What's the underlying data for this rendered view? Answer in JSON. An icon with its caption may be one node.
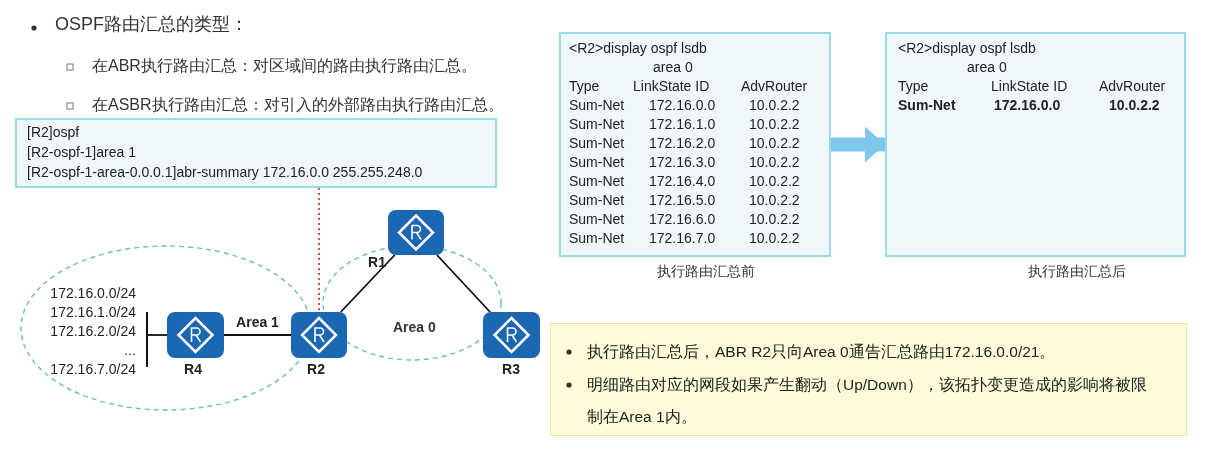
{
  "diagram": {
    "nodes": [
      {
        "text": [
          "[R2]ospf",
          "[R2-ospf-1]area  1",
          "[R2-ospf-1-area-0.0.0.1]abr-summary  172.16.0.0 255.255.248.0"
        ]
      },
      {
        "text": [
          "<R2>display  ospf lsdb",
          "area 0",
          "Type",
          "LinkState ID",
          "AdvRouter",
          "Sum-Net",
          "172.16.0.0",
          "10.0.2.2",
          "Sum-Net",
          "172.16.1.0",
          "10.0.2.2",
          "Sum-Net",
          "172.16.2.0",
          "10.0.2.2",
          "Sum-Net",
          "172.16.3.0",
          "10.0.2.2",
          "Sum-Net",
          "172.16.4.0",
          "10.0.2.2",
          "Sum-Net",
          "172.16.5.0",
          "10.0.2.2",
          "Sum-Net",
          "172.16.6.0",
          "10.0.2.2",
          "Sum-Net",
          "172.16.7.0",
          "10.0.2.2"
        ]
      },
      {
        "text": [
          "<R2>display  ospf lsdb",
          "area 0",
          "Type",
          "LinkState ID",
          "AdvRouter",
          "Sum-Net",
          "172.16.0.0",
          "10.0.2.2"
        ]
      },
      {
        "text": [
          "172.16.0.0/24",
          "172.16.1.0/24",
          "172.16.2.0/24",
          "...",
          "172.16.7.0/24"
        ]
      },
      {
        "text": [
          "R4"
        ]
      },
      {
        "text": [
          "R2"
        ]
      },
      {
        "text": [
          "R1"
        ]
      },
      {
        "text": [
          "R3"
        ]
      },
      {
        "text": [
          "执行路由汇总后，ABR R2只向Area 0通告汇总路由172.16.0.0/21。",
          "明细路由对应的网段如果产生翻动（Up/Down），该拓扑变更造成的影响将被限制在Area 1内。"
        ]
      }
    ],
    "edges": [
      {
        "from": 3,
        "to": 4,
        "arrow": "none"
      },
      {
        "from": 4,
        "to": 5,
        "arrow": "none",
        "label": "Area 1"
      },
      {
        "from": 5,
        "to": 6,
        "arrow": "none"
      },
      {
        "from": 6,
        "to": 7,
        "arrow": "none"
      },
      {
        "from": 0,
        "to": 5,
        "arrow": "none",
        "style": "dashed",
        "color": "#e8504a"
      },
      {
        "from": 1,
        "to": 2,
        "arrow": "to",
        "style": "thick",
        "color": "#7cc7ea"
      }
    ],
    "labels": [
      "OSPF路由汇总的类型：",
      "在ABR执行路由汇总：对区域间的路由执行路由汇总。",
      "在ASBR执行路由汇总：对引入的外部路由执行路由汇总。",
      "执行路由汇总前",
      "执行路由汇总后",
      "Area 0"
    ]
  }
}
